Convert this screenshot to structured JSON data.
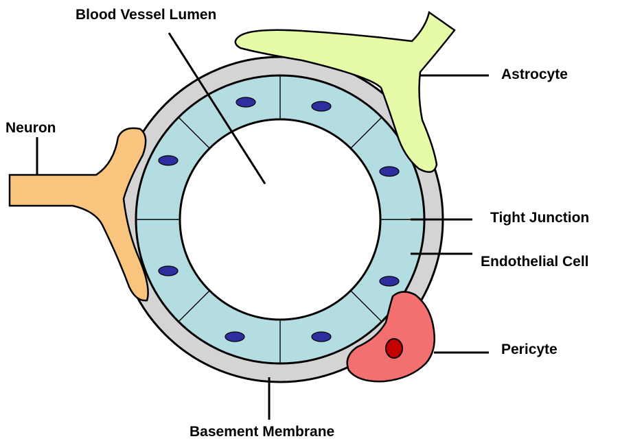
{
  "labels": {
    "lumen": "Blood Vessel Lumen",
    "astrocyte": "Astrocyte",
    "neuron": "Neuron",
    "tight_junction": "Tight Junction",
    "endothelial_cell": "Endothelial Cell",
    "pericyte": "Pericyte",
    "basement_membrane": "Basement Membrane"
  },
  "colors": {
    "basement_membrane": "#d4d4d4",
    "endothelium": "#b3dde0",
    "nucleus": "#2e2e9e",
    "astrocyte": "#e6fba8",
    "neuron": "#f9c57e",
    "pericyte": "#f46f6f",
    "pericyte_nucleus": "#c40000"
  }
}
